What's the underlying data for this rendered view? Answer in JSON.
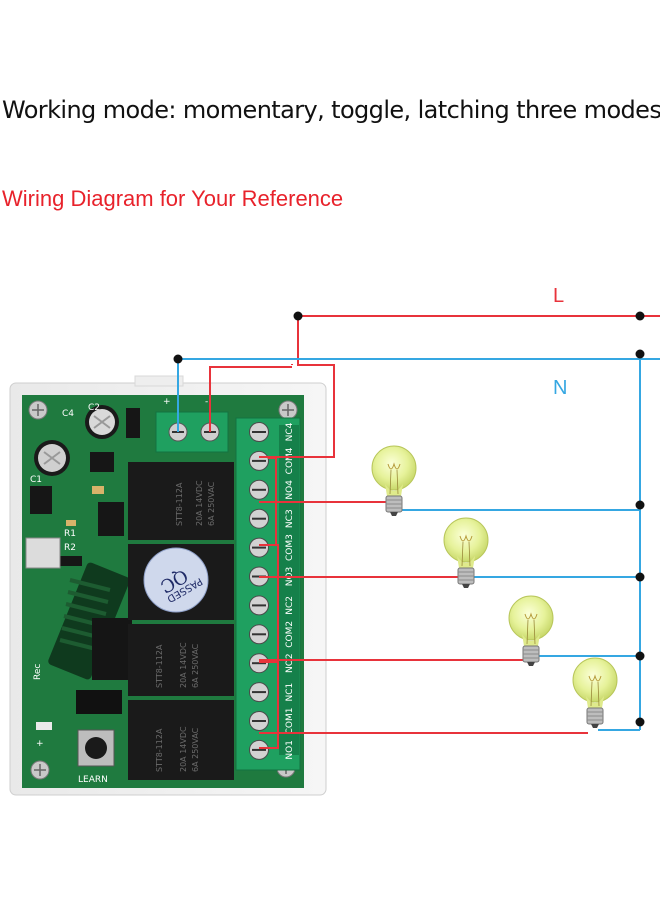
{
  "header": {
    "title": "Working mode: momentary, toggle, latching three modes",
    "subtitle": "Wiring Diagram for Your Reference"
  },
  "wires": {
    "line_label": "L",
    "neutral_label": "N"
  },
  "terminals": [
    "NC4",
    "COM4",
    "NO4",
    "NC3",
    "COM3",
    "NO3",
    "NC2",
    "COM2",
    "NO2",
    "NC1",
    "COM1",
    "NO1"
  ],
  "board": {
    "power_marks": [
      "+",
      "-"
    ],
    "sticker_text": [
      "QC",
      "PASSED"
    ],
    "button_label": "LEARN",
    "relay_model": "STT8-112A",
    "relay_rating": [
      "20A 14VDC",
      "6A 250VAC"
    ],
    "silk_labels": [
      "C4",
      "C2",
      "C1",
      "R1",
      "R2",
      "Rec"
    ]
  },
  "colors": {
    "line_wire": "#e8333b",
    "neutral_wire": "#35a7e2",
    "subtitle": "#e8222b",
    "board": "#1f7a3f",
    "terminal_block": "#1fa060"
  }
}
